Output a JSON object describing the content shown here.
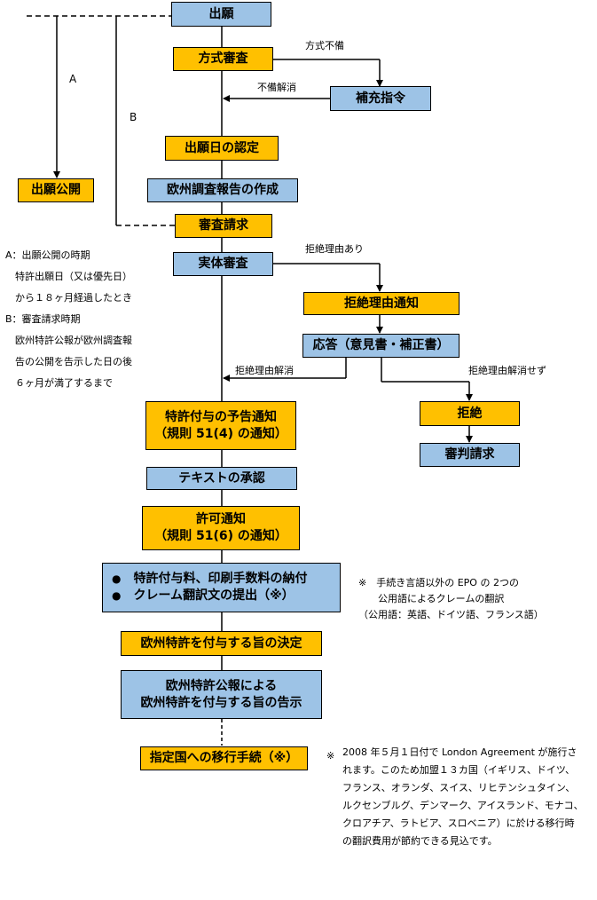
{
  "boxes": {
    "application": "出願",
    "formality_exam": "方式審査",
    "correction_order": "補充指令",
    "filing_date": "出願日の認定",
    "search_report": "欧州調査報告の作成",
    "publication": "出願公開",
    "exam_request": "審査請求",
    "substantive_exam": "実体審査",
    "rejection_notice": "拒絶理由通知",
    "response": "応答（意見書・補正書）",
    "rejection": "拒絶",
    "appeal": "審判請求",
    "grant_intent_line1": "特許付与の予告通知",
    "grant_intent_line2": "（規則 51(4) の通知）",
    "text_approval": "テキストの承認",
    "permission_line1": "許可通知",
    "permission_line2": "（規則 51(6) の通知）",
    "fees_item1": "特許付与料、印刷手数料の納付",
    "fees_item2": "クレーム翻訳文の提出（※）",
    "grant_decision": "欧州特許を付与する旨の決定",
    "bulletin_line1": "欧州特許公報による",
    "bulletin_line2": "欧州特許を付与する旨の告示",
    "national_phase": "指定国への移行手続（※）"
  },
  "labels": {
    "formality_defect": "方式不備",
    "defect_resolved": "不備解消",
    "reason_exists": "拒絶理由あり",
    "reason_resolved": "拒絶理由解消",
    "reason_not_resolved": "拒絶理由解消せず",
    "path_a": "A",
    "path_b": "B"
  },
  "notes_left": [
    "A：出願公開の時期",
    "　特許出願日（又は優先日）",
    "　から１８ヶ月経過したとき",
    "B：審査請求時期",
    "　欧州特許公報が欧州調査報",
    "　告の公開を告示した日の後",
    "　６ヶ月が満了するまで"
  ],
  "note_translation": [
    "※　手続き言語以外の EPO の 2つの",
    "　　公用語によるクレームの翻訳",
    "（公用語：英語、ドイツ語、フランス語）"
  ],
  "note_london_mark": "※",
  "note_london": "2008 年５月１日付で London Agreement が施行されます。このため加盟１３カ国（イギリス、ドイツ、フランス、オランダ、スイス、リヒテンシュタイン、ルクセンブルグ、デンマーク、アイスランド、モナコ、クロアチア、ラトビア、スロベニア）に於ける移行時の翻訳費用が節約できる見込です。",
  "colors": {
    "blue": "#9dc3e6",
    "yellow": "#ffc000",
    "line": "#000000"
  }
}
